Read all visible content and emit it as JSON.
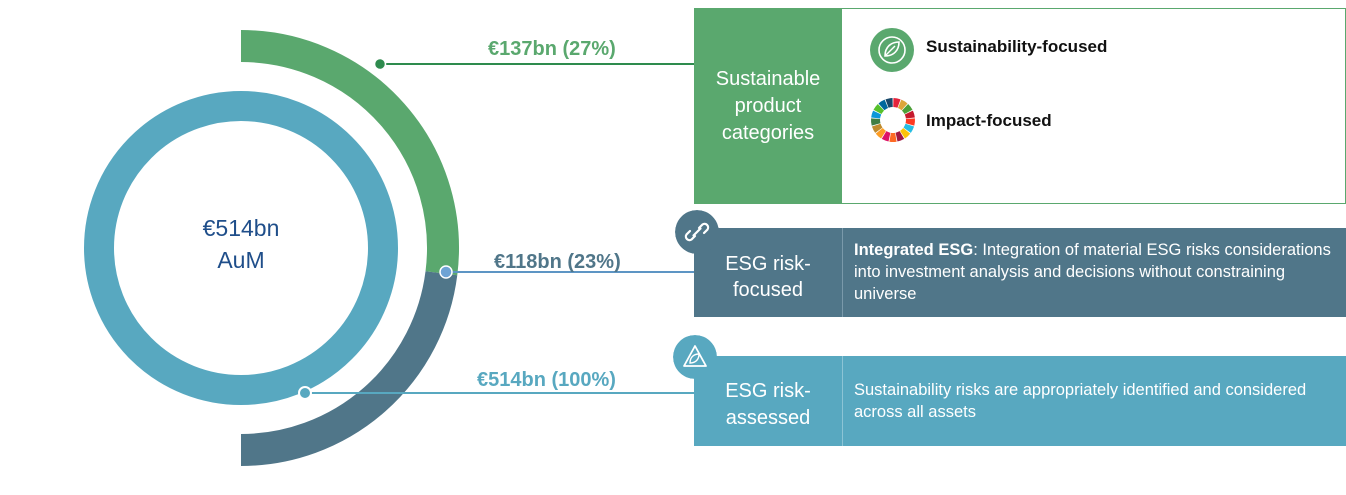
{
  "center": {
    "amount": "€514bn",
    "unit": "AuM"
  },
  "rings": [
    {
      "name": "sustainable",
      "value_label": "€137bn (27%)",
      "share": 0.27,
      "color": "#5aa86e"
    },
    {
      "name": "esg-risk-focused",
      "value_label": "€118bn (23%)",
      "share": 0.23,
      "color": "#507689"
    },
    {
      "name": "esg-risk-assessed",
      "value_label": "€514bn (100%)",
      "share": 1.0,
      "color": "#58a8c0"
    }
  ],
  "tiers": {
    "sustainable": {
      "category": "Sustainable product categories",
      "items": [
        {
          "icon": "leaf-icon",
          "label": "Sustainability-focused"
        },
        {
          "icon": "sdg-wheel-icon",
          "label": "Impact-focused"
        }
      ]
    },
    "focused": {
      "category": "ESG risk-focused",
      "badge_icon": "link-icon",
      "desc_bold": "Integrated ESG",
      "desc_rest": ": Integration of material ESG risks considerations into investment analysis and decisions without constraining universe"
    },
    "assessed": {
      "category": "ESG risk-assessed",
      "badge_icon": "leaf-warning-icon",
      "desc": "Sustainability risks are appropriately identified and considered across all assets"
    }
  }
}
